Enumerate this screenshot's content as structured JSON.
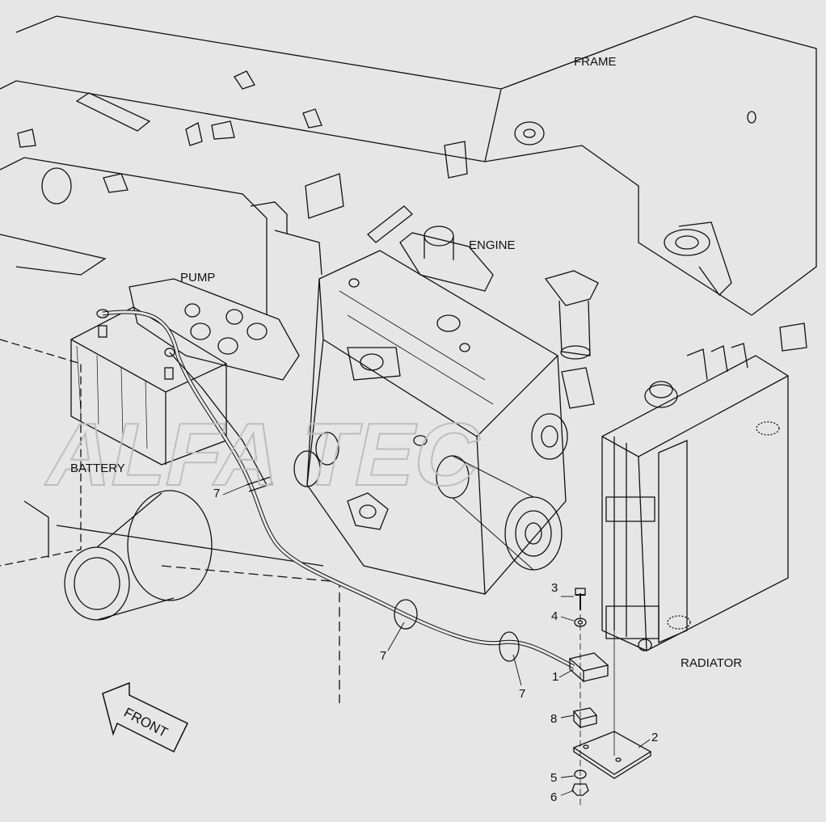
{
  "labels": {
    "frame": "FRAME",
    "engine": "ENGINE",
    "pump": "PUMP",
    "battery": "BATTERY",
    "radiator": "RADIATOR",
    "front": "FRONT"
  },
  "callouts": [
    "1",
    "2",
    "3",
    "4",
    "5",
    "6",
    "7",
    "7",
    "7",
    "8"
  ],
  "watermark": "ALFA TEC",
  "colors": {
    "background": "#e6e6e6",
    "line": "#111111",
    "watermark": "#bdbdbd"
  }
}
